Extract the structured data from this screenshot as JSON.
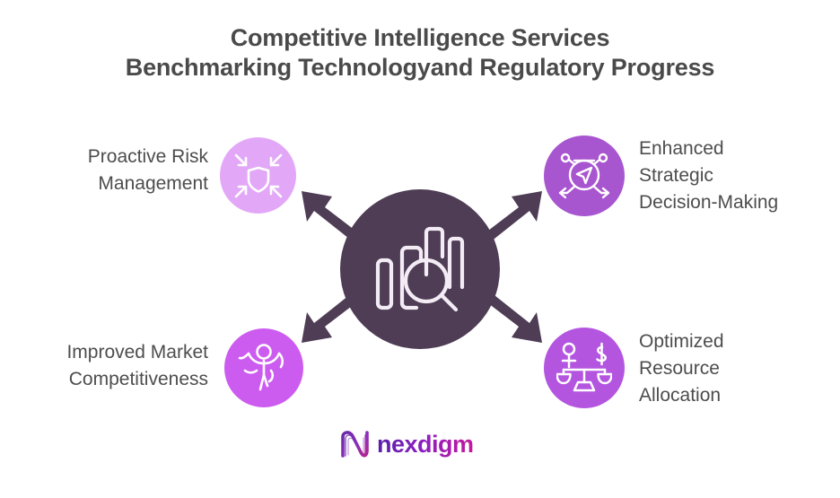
{
  "page": {
    "background_color": "#ffffff",
    "title_color": "#4a4a4a",
    "label_color": "#4d4d4d"
  },
  "header": {
    "title_line_1": "Competitive Intelligence Services",
    "title_line_2": "Benchmarking Technologyand Regulatory Progress"
  },
  "hub": {
    "color": "#4e3d55",
    "icon": "bar-chart-magnifier-icon",
    "arrow_color": "#4e3d55",
    "arrow_directions": [
      "up-left",
      "up-right",
      "down-left",
      "down-right"
    ]
  },
  "nodes": [
    {
      "id": "proactive-risk-management",
      "position": "top-left",
      "label": "Proactive Risk\nManagement",
      "circle_color": "#e2a8f7",
      "icon": "shield-inward-arrows-icon",
      "icon_color": "#ffffff"
    },
    {
      "id": "enhanced-strategic-decision-making",
      "position": "top-right",
      "label": "Enhanced\nStrategic\nDecision-Making",
      "circle_color": "#a855d0",
      "icon": "navigation-compass-network-icon",
      "icon_color": "#ffffff"
    },
    {
      "id": "improved-market-competitiveness",
      "position": "bottom-left",
      "label": "Improved Market\nCompetitiveness",
      "circle_color": "#cc5cf0",
      "icon": "celebrating-person-icon",
      "icon_color": "#ffffff"
    },
    {
      "id": "optimized-resource-allocation",
      "position": "bottom-right",
      "label": "Optimized\nResource\nAllocation",
      "circle_color": "#b455e0",
      "icon": "balance-scale-person-dollar-icon",
      "icon_color": "#ffffff"
    }
  ],
  "footer": {
    "logo_mark": "nexdigm-wave-n-icon",
    "logo_text": "nexdigm",
    "logo_gradient_start": "#5a1fa8",
    "logo_gradient_end": "#c4199e"
  }
}
